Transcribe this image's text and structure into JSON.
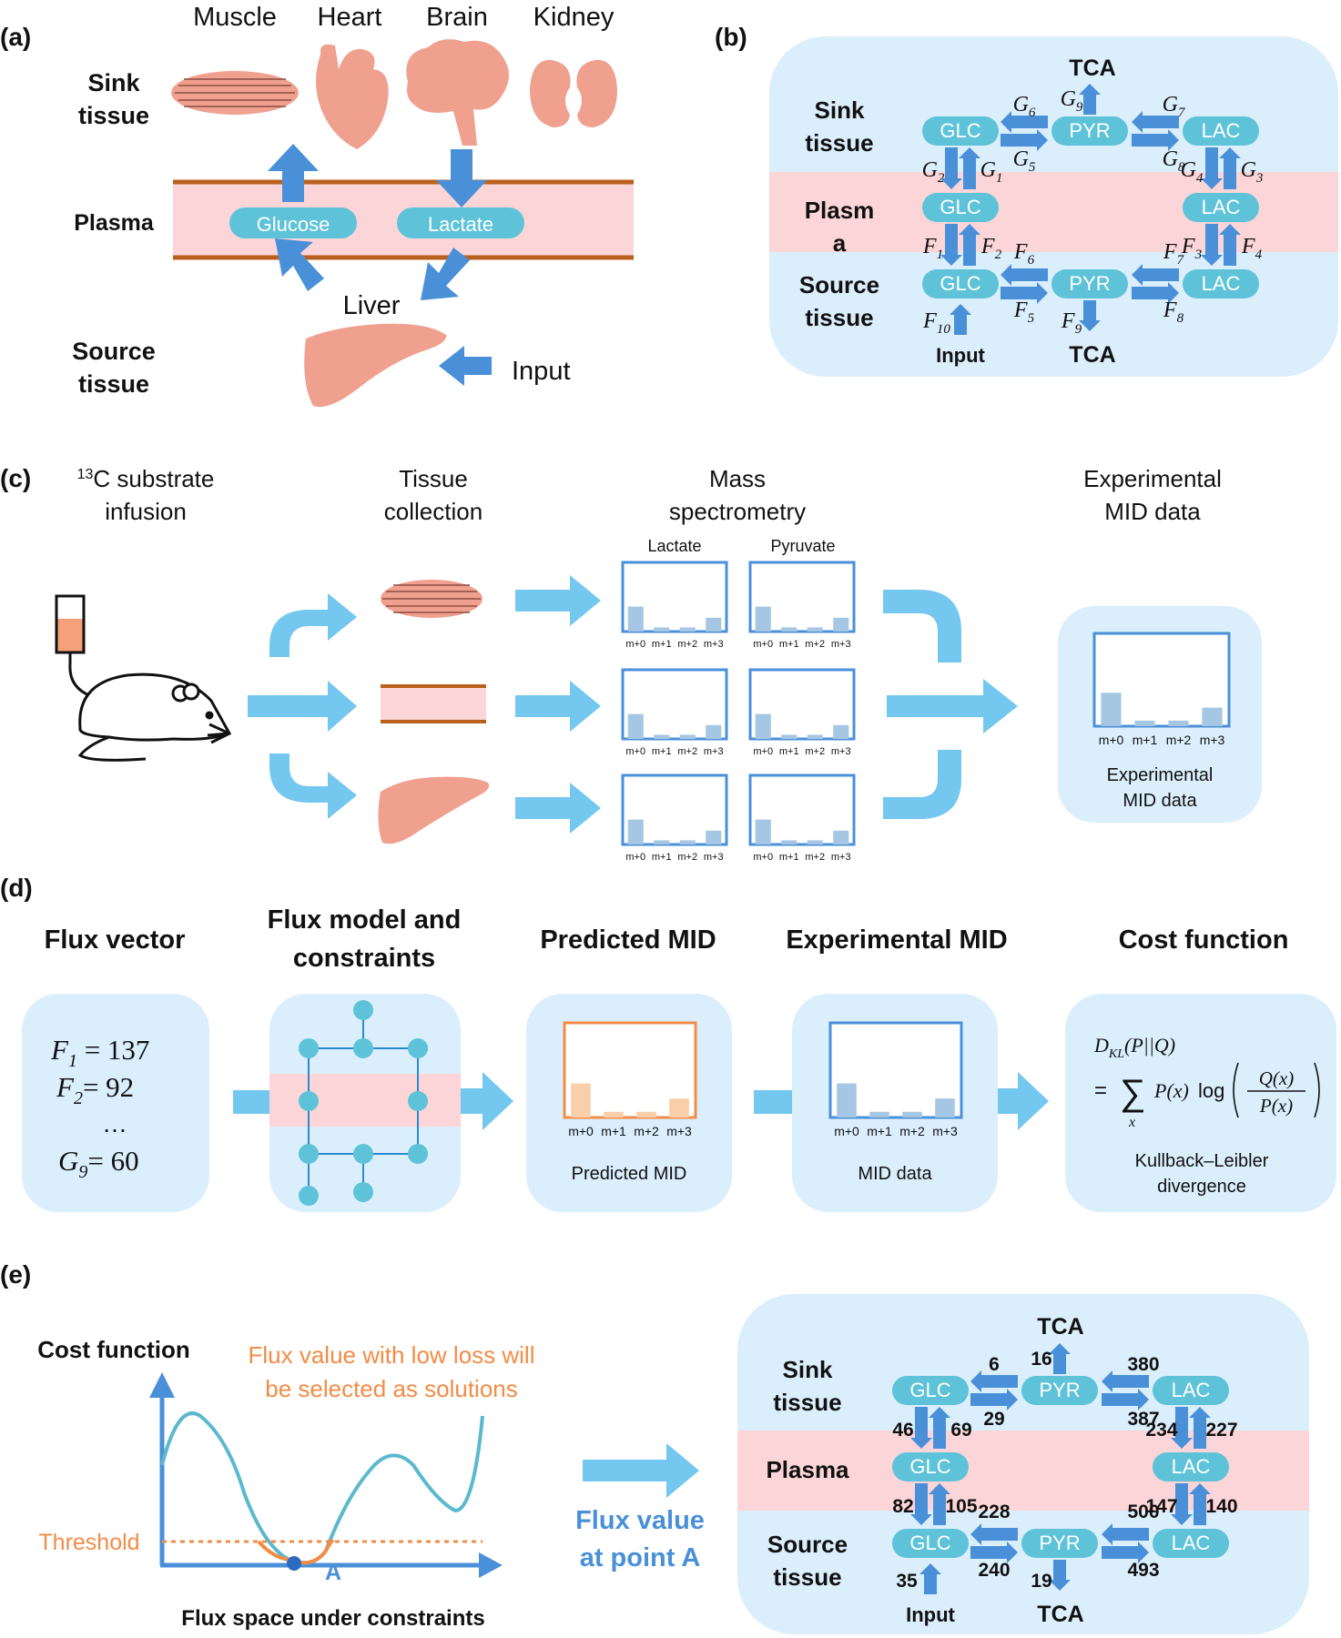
{
  "panel_a": {
    "label": "(a)",
    "organs": [
      "Muscle",
      "Heart",
      "Brain",
      "Kidney"
    ],
    "sink_tissue": "Sink tissue",
    "plasma": "Plasma",
    "source_tissue": "Source tissue",
    "glucose": "Glucose",
    "lactate": "Lactate",
    "liver": "Liver",
    "input": "Input"
  },
  "panel_b": {
    "label": "(b)",
    "sink_tissue": "Sink tissue",
    "plasma_line1": "Plasm",
    "plasma_line2": "a",
    "source_tissue": "Source tissue",
    "tca_top": "TCA",
    "tca_bottom": "TCA",
    "input": "Input",
    "nodes": {
      "glc": "GLC",
      "pyr": "PYR",
      "lac": "LAC"
    }
  },
  "panel_c": {
    "label": "(c)",
    "step1_superscript": "13",
    "step1_line1": "C substrate",
    "step1_line2": "infusion",
    "step2_line1": "Tissue",
    "step2_line2": "collection",
    "step3_line1": "Mass",
    "step3_line2": "spectrometry",
    "step4_line1": "Experimental",
    "step4_line2": "MID data",
    "col_lactate": "Lactate",
    "col_pyruvate": "Pyruvate",
    "mid_ticks": [
      "m+0",
      "m+1",
      "m+2",
      "m+3"
    ],
    "mid_values": [
      0.36,
      0.06,
      0.06,
      0.2
    ],
    "box_line1": "Experimental",
    "box_line2": "MID data"
  },
  "panel_d": {
    "label": "(d)",
    "titles": {
      "flux_vector": "Flux vector",
      "flux_model_line1": "Flux model and",
      "flux_model_line2": "constraints",
      "predicted": "Predicted MID",
      "experimental": "Experimental MID",
      "cost": "Cost function"
    },
    "flux_lines": [
      {
        "sym": "F",
        "sub": "1",
        "val": "= 137"
      },
      {
        "sym": "F",
        "sub": "2",
        "val": "= 92"
      },
      {
        "sym": "…",
        "sub": "",
        "val": ""
      },
      {
        "sym": "G",
        "sub": "9",
        "val": "= 60"
      }
    ],
    "predicted_caption": "Predicted MID",
    "mid_caption": "MID data",
    "mid_ticks": [
      "m+0",
      "m+1",
      "m+2",
      "m+3"
    ],
    "predicted_values": [
      0.36,
      0.06,
      0.06,
      0.2
    ],
    "experimental_values": [
      0.36,
      0.06,
      0.06,
      0.2
    ],
    "kl_line1": "D",
    "kl_sub": "KL",
    "kl_args": "(P||Q)",
    "kl_caption_line1": "Kullback–Leibler",
    "kl_caption_line2": "divergence"
  },
  "panel_e": {
    "label": "(e)",
    "y_title": "Cost function",
    "x_title": "Flux space under constraints",
    "note_line1": "Flux value with low loss will",
    "note_line2": "be selected as solutions",
    "threshold": "Threshold",
    "point": "A",
    "arrow_line1": "Flux value",
    "arrow_line2": "at point A",
    "sink_tissue": "Sink tissue",
    "plasma": "Plasma",
    "source_tissue": "Source tissue",
    "tca_top": "TCA",
    "tca_bottom": "TCA",
    "input": "Input",
    "values": {
      "g6": "6",
      "g9": "16",
      "g7": "380",
      "g5": "29",
      "g8": "387",
      "g2": "46",
      "g1": "69",
      "g4": "234",
      "g3": "227",
      "f1": "82",
      "f2": "105",
      "f6": "228",
      "f7": "500",
      "f3": "147",
      "f4": "140",
      "f5": "240",
      "f8": "493",
      "f10": "35",
      "f9": "19"
    }
  }
}
